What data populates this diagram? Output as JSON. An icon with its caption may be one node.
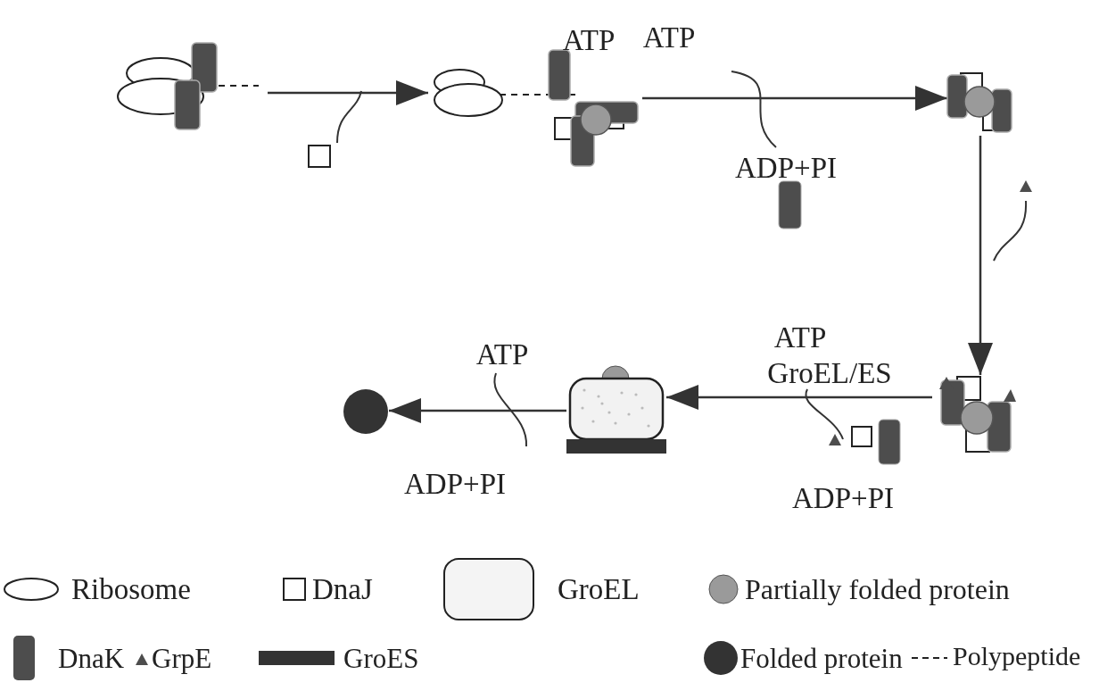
{
  "diagram": {
    "nodes": [
      {
        "text": [],
        "shape": "picture"
      },
      {
        "text": [],
        "shape": "picture"
      },
      {
        "text": [],
        "shape": "picture"
      },
      {
        "text": [],
        "shape": "picture"
      },
      {
        "text": [],
        "shape": "picture"
      },
      {
        "text": [],
        "shape": "circle"
      }
    ],
    "edges": [
      {
        "from": 0,
        "to": 1,
        "arrow": "to"
      },
      {
        "from": 1,
        "to": 2,
        "arrow": "to"
      },
      {
        "from": 2,
        "to": 3,
        "arrow": "to"
      },
      {
        "from": 3,
        "to": 4,
        "arrow": "to"
      },
      {
        "from": 4,
        "to": 5,
        "arrow": "to"
      }
    ],
    "labels": [
      "ATP",
      "ATP",
      "ADP+PI",
      "ATP",
      "ATP",
      "GroEL/ES",
      "ADP+PI",
      "ADP+PI"
    ],
    "legend": [
      {
        "text": "Ribosome"
      },
      {
        "text": "DnaJ"
      },
      {
        "text": "GroEL"
      },
      {
        "text": "Partially folded protein"
      },
      {
        "text": "DnaK"
      },
      {
        "text": "GrpE"
      },
      {
        "text": "GroES"
      },
      {
        "text": "Folded protein"
      },
      {
        "text": "Polypeptide"
      }
    ]
  }
}
